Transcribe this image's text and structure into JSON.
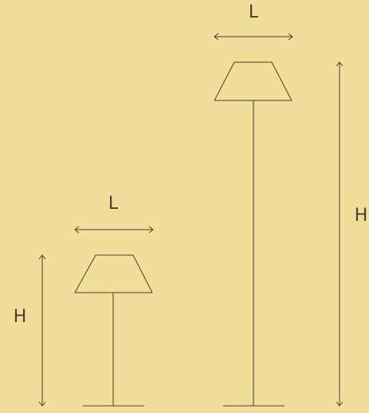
{
  "small_lamp": {
    "width_label": "L",
    "height_label": "H"
  },
  "tall_lamp": {
    "width_label": "L",
    "height_label": "H"
  },
  "colors": {
    "background": "#f2de9b",
    "line": "#4a4030"
  }
}
